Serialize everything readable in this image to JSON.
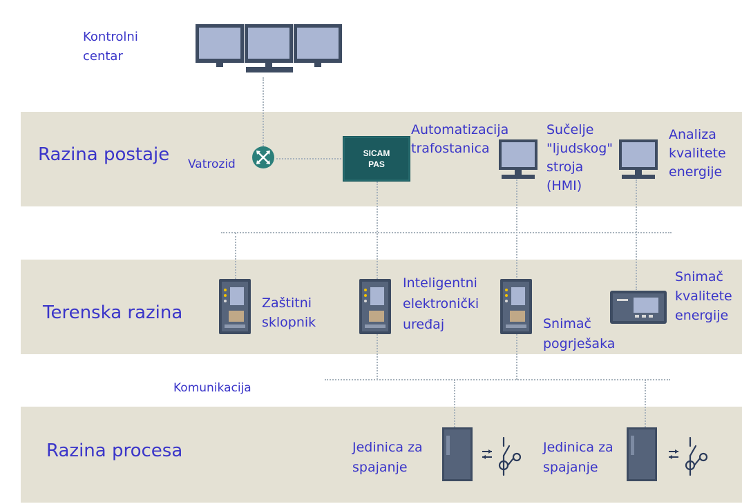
{
  "levels": {
    "station": "Razina postaje",
    "field": "Terenska razina",
    "process": "Razina procesa"
  },
  "labels": {
    "control_center": "Kontrolni\ncentar",
    "firewall": "Vatrozid",
    "sicam_line1": "SICAM",
    "sicam_line2": "PAS",
    "substation_automation": "Automatizacija\ntrafostanica",
    "hmi": "Sučelje\n\"ljudskog\"\nstroja\n(HMI)",
    "power_quality_analysis": "Analiza\nkvalitete\nenergije",
    "protection_breaker": "Zaštitni\nsklopnik",
    "ied": "Inteligentni\nelektronički\nuređaj",
    "fault_recorder": "Snimač\npogrješaka",
    "power_quality_recorder": "Snimač\nkvalitete\nenergije",
    "communication": "Komunikacija",
    "merging_unit_1": "Jedinica za\nspajanje",
    "merging_unit_2": "Jedinica za\nspajanje"
  }
}
